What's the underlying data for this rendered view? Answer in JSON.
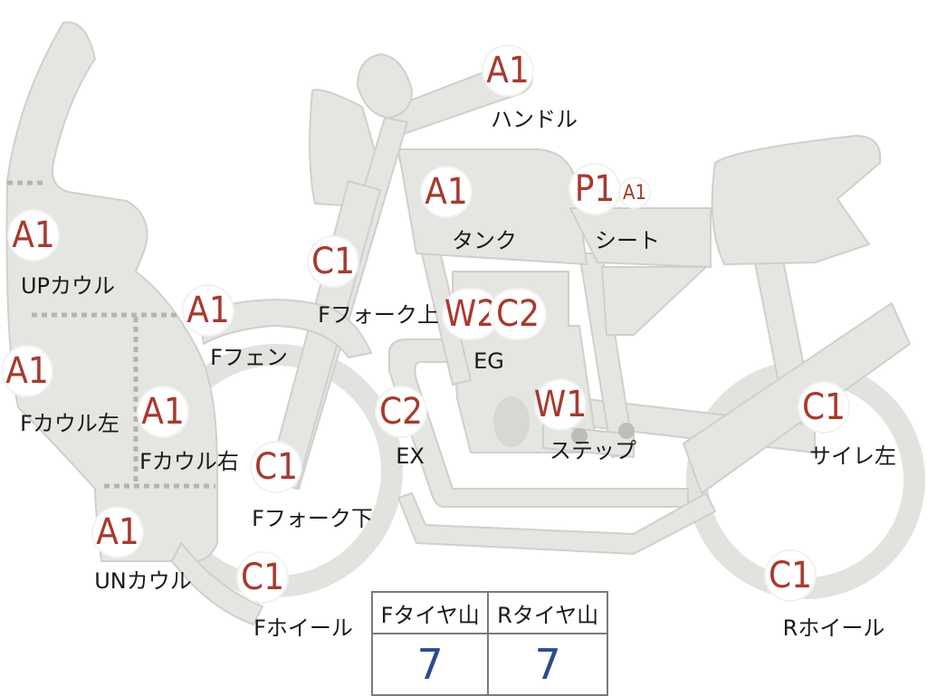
{
  "colors": {
    "part_fill": "#e5e5e2",
    "part_stroke": "#cfcfcc",
    "badge_text": "#a8392e",
    "value_text": "#2c4a8e"
  },
  "parts": [
    {
      "id": "handle",
      "grade": "A1",
      "label": "ハンドル"
    },
    {
      "id": "tank",
      "grade": "A1",
      "label": "タンク"
    },
    {
      "id": "seat",
      "grades": [
        "P1",
        "A1"
      ],
      "label": "シート"
    },
    {
      "id": "up-cowl",
      "grade": "A1",
      "label": "UPカウル"
    },
    {
      "id": "f-fork-up",
      "grade": "C1",
      "label": "Fフォーク上"
    },
    {
      "id": "f-fender",
      "grade": "A1",
      "label": "Fフェン"
    },
    {
      "id": "engine",
      "grades": [
        "W2",
        "C2"
      ],
      "label": "EG"
    },
    {
      "id": "f-cowl-l",
      "grade": "A1",
      "label": "Fカウル左"
    },
    {
      "id": "f-cowl-r",
      "grade": "A1",
      "label": "Fカウル右"
    },
    {
      "id": "exhaust",
      "grade": "C2",
      "label": "EX"
    },
    {
      "id": "step",
      "grade": "W1",
      "label": "ステップ"
    },
    {
      "id": "silencer",
      "grade": "C1",
      "label": "サイレ左"
    },
    {
      "id": "f-fork-dn",
      "grade": "C1",
      "label": "Fフォーク下"
    },
    {
      "id": "un-cowl",
      "grade": "A1",
      "label": "UNカウル"
    },
    {
      "id": "f-wheel",
      "grade": "C1",
      "label": "Fホイール"
    },
    {
      "id": "r-wheel",
      "grade": "C1",
      "label": "Rホイール"
    }
  ],
  "tires": {
    "front": {
      "header": "Fタイヤ山",
      "value": "7"
    },
    "rear": {
      "header": "Rタイヤ山",
      "value": "7"
    }
  }
}
